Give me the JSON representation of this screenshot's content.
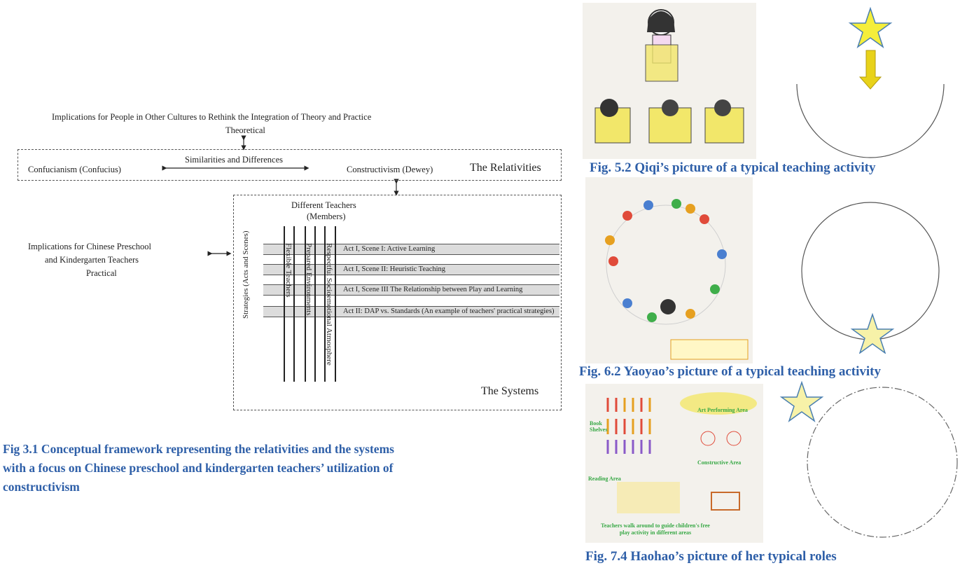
{
  "framework": {
    "top_title": "Implications for People in Other Cultures to Rethink the Integration of Theory and Practice",
    "theoretical": "Theoretical",
    "confucianism": "Confucianism (Confucius)",
    "similarities": "Similarities and Differences",
    "constructivism": "Constructivism (Dewey)",
    "relativities": "The Relativities",
    "different_teachers": "Different Teachers",
    "members": "(Members)",
    "chinese_line1": "Implications for Chinese Preschool",
    "chinese_line2": "and Kindergarten Teachers",
    "practical": "Practical",
    "strategies": "Strategies (Acts and Scenes)",
    "columns": [
      "Flexible Teachers",
      "Prepared Environments",
      "Respectful Socioemotional Atmosphere"
    ],
    "acts": [
      "Act I, Scene I: Active Learning",
      "Act I, Scene II:  Heuristic Teaching",
      "Act I, Scene III The Relationship between Play and Learning",
      "Act II: DAP vs. Standards (An example of teachers' practical strategies)"
    ],
    "systems": "The Systems"
  },
  "captions": {
    "fig31_line1": "Fig 3.1 Conceptual framework representing the relativities and the systems",
    "fig31_line2": "with a focus on Chinese preschool  and kindergarten teachers’ utilization of",
    "fig31_line3": "constructivism",
    "fig52": "Fig. 5.2 Qiqi’s picture of a typical teaching activity",
    "fig62": "Fig. 6.2 Yaoyao’s picture of a typical teaching activity",
    "fig74": "Fig. 7.4 Haohao’s picture of her typical roles"
  },
  "drawing_labels": {
    "book_shelves": "Book Shelves",
    "art_area": "Art Performing Area",
    "constructive_area": "Constructive Area",
    "reading_area": "Reading Area",
    "teachers_walk": "Teachers walk around to guide children's free play activity in different areas"
  },
  "colors": {
    "caption": "#2e5fa8",
    "star": "#f5ee3a",
    "star_pale": "#f7f2a8",
    "arrow": "#e8d21a"
  }
}
